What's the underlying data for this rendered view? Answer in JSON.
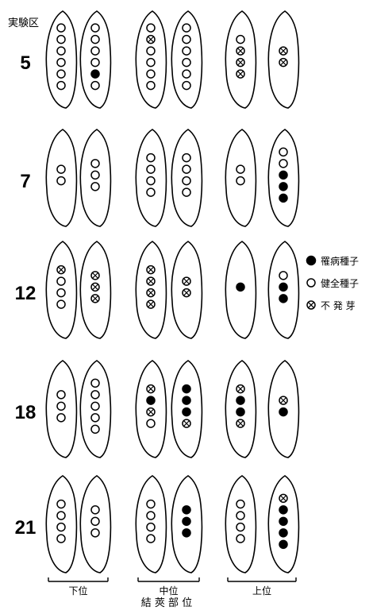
{
  "header_label": "実験区",
  "legend": {
    "items": [
      {
        "key": "diseased",
        "text": "罹病種子",
        "icon": "filled-circle"
      },
      {
        "key": "healthy",
        "text": "健全種子",
        "icon": "open-circle"
      },
      {
        "key": "nongerm",
        "text": "不 発 芽",
        "icon": "crossed-circle"
      }
    ]
  },
  "positions": [
    "下位",
    "中位",
    "上位"
  ],
  "axis_title": "結 莢 部 位",
  "rows": [
    {
      "label": "5",
      "pods": [
        [
          "h",
          "h",
          "h",
          "h",
          "h",
          "h"
        ],
        [
          "h",
          "h",
          "h",
          "h",
          "d",
          "h"
        ],
        [
          "h",
          "n",
          "h",
          "h",
          "h",
          "h"
        ],
        [
          "h",
          "h",
          "h",
          "h",
          "h",
          "h"
        ],
        [
          "h",
          "n",
          "n",
          "n"
        ],
        [
          "n",
          "n"
        ]
      ]
    },
    {
      "label": "7",
      "pods": [
        [
          "h",
          "h"
        ],
        [
          "h",
          "h",
          "h"
        ],
        [
          "h",
          "h",
          "h",
          "h"
        ],
        [
          "h",
          "h",
          "h",
          "h"
        ],
        [
          "h",
          "h"
        ],
        [
          "h",
          "h",
          "d",
          "d",
          "d"
        ]
      ]
    },
    {
      "label": "12",
      "pods": [
        [
          "n",
          "h",
          "h",
          "h"
        ],
        [
          "n",
          "n",
          "n"
        ],
        [
          "n",
          "n",
          "n",
          "n"
        ],
        [
          "n",
          "n"
        ],
        [
          "d"
        ],
        [
          "h",
          "d",
          "d"
        ]
      ]
    },
    {
      "label": "18",
      "pods": [
        [
          "h",
          "h",
          "h"
        ],
        [
          "h",
          "h",
          "h",
          "h",
          "h"
        ],
        [
          "n",
          "d",
          "n",
          "h"
        ],
        [
          "d",
          "d",
          "d",
          "n"
        ],
        [
          "n",
          "d",
          "d",
          "n"
        ],
        [
          "n",
          "d"
        ]
      ]
    },
    {
      "label": "21",
      "pods": [
        [
          "h",
          "h",
          "h",
          "h"
        ],
        [
          "h",
          "h",
          "h"
        ],
        [
          "h",
          "h",
          "h",
          "h"
        ],
        [
          "d",
          "d",
          "d"
        ],
        [
          "h",
          "h",
          "h",
          "h"
        ],
        [
          "n",
          "d",
          "d",
          "d",
          "d"
        ]
      ]
    }
  ]
}
